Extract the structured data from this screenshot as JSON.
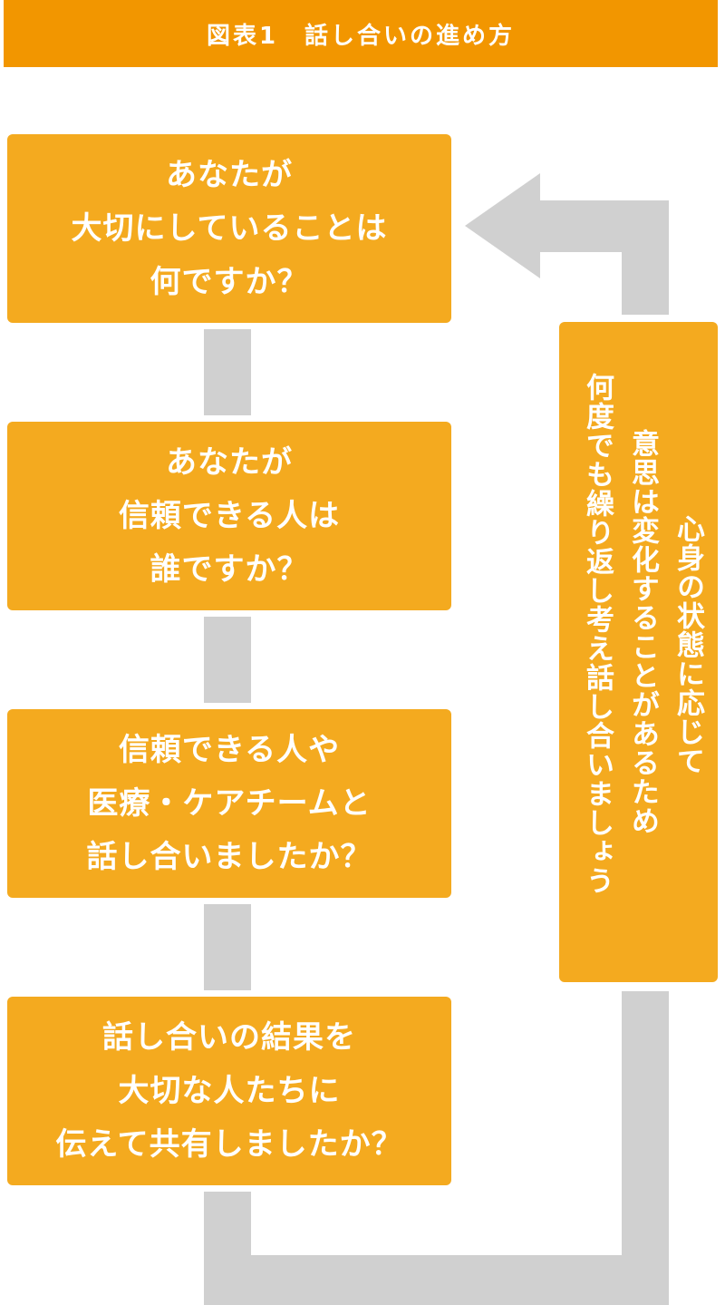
{
  "header": {
    "title": "図表1　話し合いの進め方"
  },
  "steps": [
    {
      "lines": [
        "あなたが",
        "大切にしていることは",
        "何ですか？"
      ]
    },
    {
      "lines": [
        "あなたが",
        "信頼できる人は",
        "誰ですか？"
      ]
    },
    {
      "lines": [
        "信頼できる人や",
        "医療・ケアチームと",
        "話し合いましたか？"
      ]
    },
    {
      "lines": [
        "話し合いの結果を",
        "大切な人たちに",
        "伝えて共有しましたか？"
      ]
    }
  ],
  "side_note": {
    "lines": [
      "心身の状態に応じて",
      "意思は変化することがあるため",
      "何度でも繰り返し考え話し合いましょう"
    ]
  },
  "colors": {
    "header": "#f29600",
    "box": "#f4aa1f",
    "connector": "#d0d0d0",
    "text": "#ffffff"
  }
}
